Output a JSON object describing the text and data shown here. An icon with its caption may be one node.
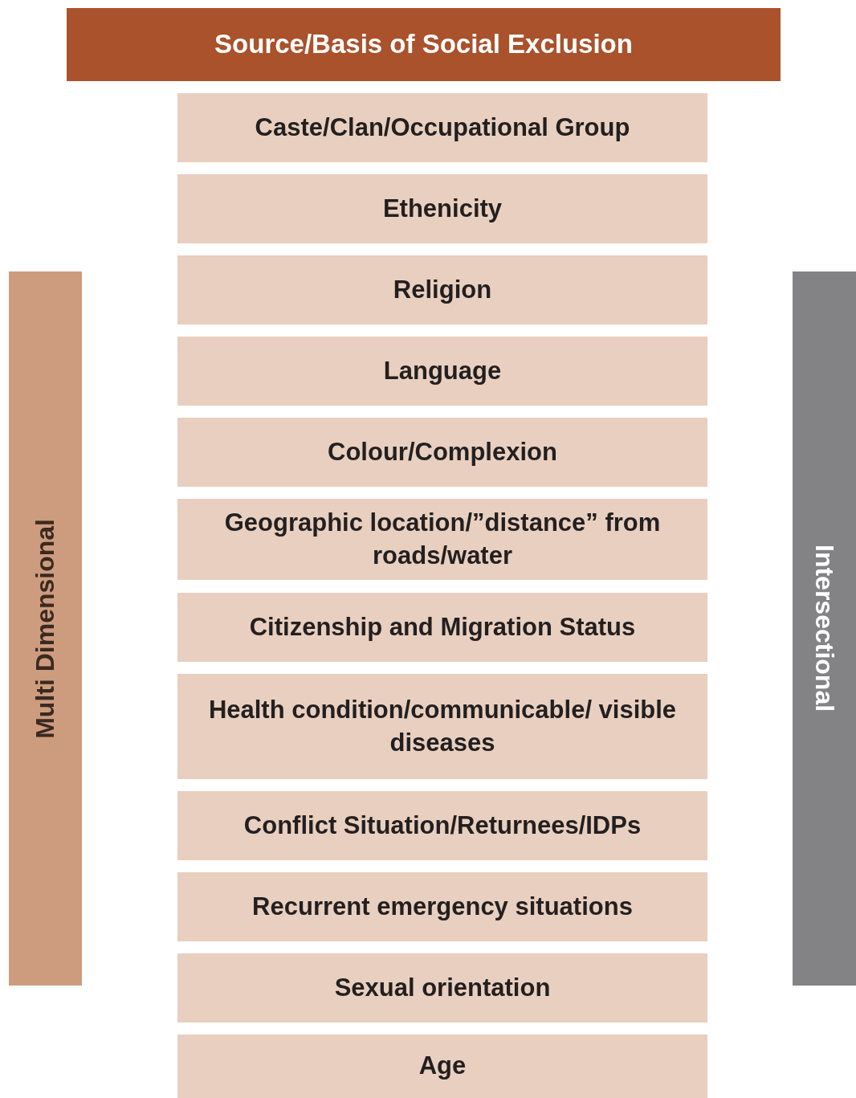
{
  "diagram": {
    "nodes": [
      {
        "text": [
          "Source/Basis of Social Exclusion"
        ]
      },
      {
        "text": [
          "Caste/Clan/Occupational Group"
        ]
      },
      {
        "text": [
          "Ethenicity"
        ]
      },
      {
        "text": [
          "Religion"
        ]
      },
      {
        "text": [
          "Language"
        ]
      },
      {
        "text": [
          "Colour/Complexion"
        ]
      },
      {
        "text": [
          "Geographic location/”distance” from roads/water"
        ]
      },
      {
        "text": [
          "Citizenship and Migration Status"
        ]
      },
      {
        "text": [
          "Health condition/communicable/ visible diseases"
        ]
      },
      {
        "text": [
          "Conflict Situation/Returnees/IDPs"
        ]
      },
      {
        "text": [
          "Recurrent emergency situations"
        ]
      },
      {
        "text": [
          "Sexual orientation"
        ]
      },
      {
        "text": [
          "Age"
        ]
      },
      {
        "text": [
          "Multi Dimensional"
        ]
      },
      {
        "text": [
          "Intersectional"
        ]
      }
    ]
  }
}
